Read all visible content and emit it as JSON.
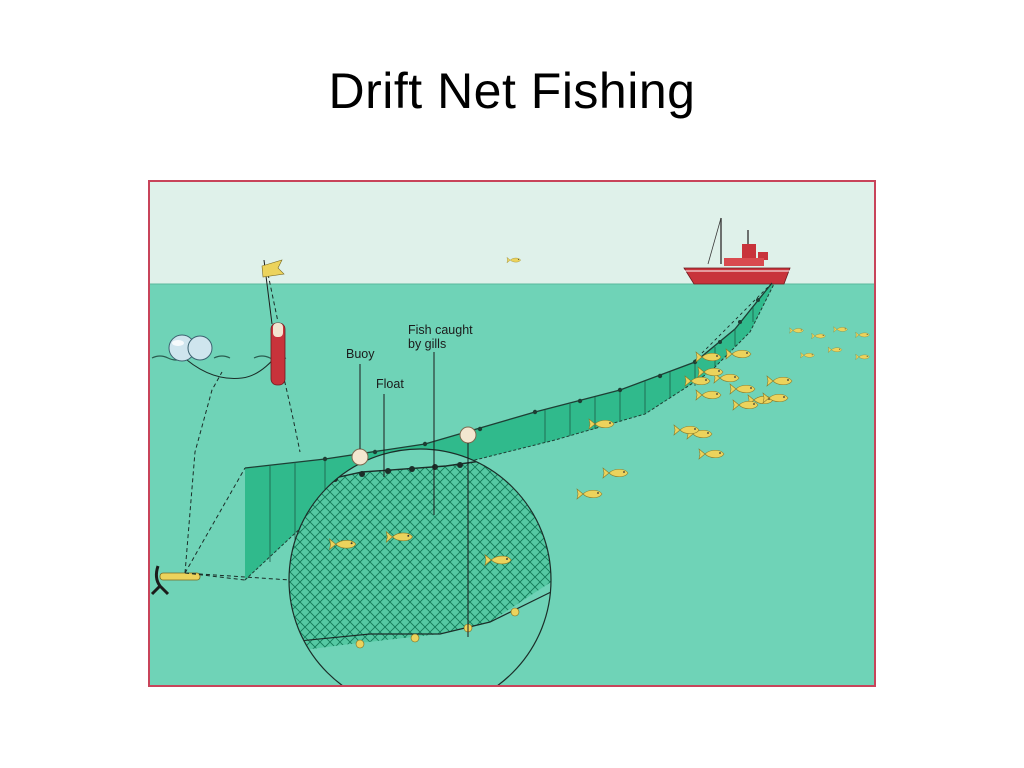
{
  "slide": {
    "title": "Drift Net Fishing"
  },
  "diagram": {
    "labels": {
      "buoy": "Buoy",
      "float": "Float",
      "fish_caught_line1": "Fish caught",
      "fish_caught_line2": "by gills"
    },
    "colors": {
      "sky": "#dff1ea",
      "sea": "#6fd3b7",
      "net": "#2cb889",
      "ship": "#c8333b",
      "fish": "#ecd35c",
      "frame": "#c8445a",
      "buoy_red": "#c8333b",
      "flag": "#ecd35c"
    },
    "icons": [
      "ship-icon",
      "marker-buoy-icon",
      "flag-icon",
      "anchor-icon",
      "float-icon",
      "fish-icon",
      "magnifier-circle-icon"
    ]
  }
}
